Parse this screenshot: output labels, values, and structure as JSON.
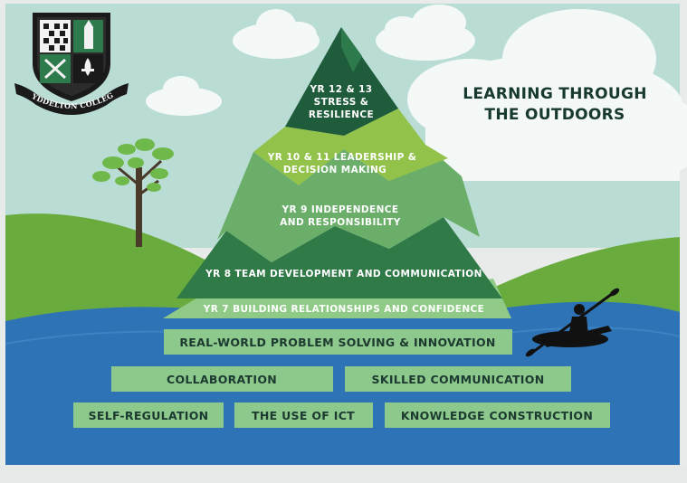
{
  "title": {
    "line1": "LEARNING THROUGH",
    "line2": "THE OUTDOORS"
  },
  "logo": {
    "motto": "MYDDELTON COLLEGE"
  },
  "levels": [
    {
      "line1": "YR 12 & 13",
      "line2": "STRESS &",
      "line3": "RESILIENCE"
    },
    {
      "line1": "YR 10 & 11 LEADERSHIP &",
      "line2": "DECISION MAKING"
    },
    {
      "line1": "YR 9 INDEPENDENCE",
      "line2": "AND RESPONSIBILITY"
    },
    {
      "line1": "YR 8 TEAM DEVELOPMENT AND COMMUNICATION"
    },
    {
      "line1": "YR 7 BUILDING RELATIONSHIPS AND CONFIDENCE"
    }
  ],
  "skills": {
    "row1": [
      "REAL-WORLD PROBLEM SOLVING & INNOVATION"
    ],
    "row2": [
      "COLLABORATION",
      "SKILLED COMMUNICATION"
    ],
    "row3": [
      "SELF-REGULATION",
      "THE USE OF ICT",
      "KNOWLEDGE CONSTRUCTION"
    ]
  },
  "colors": {
    "sky": "#b9ddd4",
    "lake": "#2e73b5",
    "hill": "#6aab3e",
    "peak_dark": "#1f5c3b",
    "peak_lime": "#93c24a",
    "peak_mid": "#5e9f5f",
    "band_light": "#7fbf7f",
    "skill_box": "#8dc98d"
  }
}
